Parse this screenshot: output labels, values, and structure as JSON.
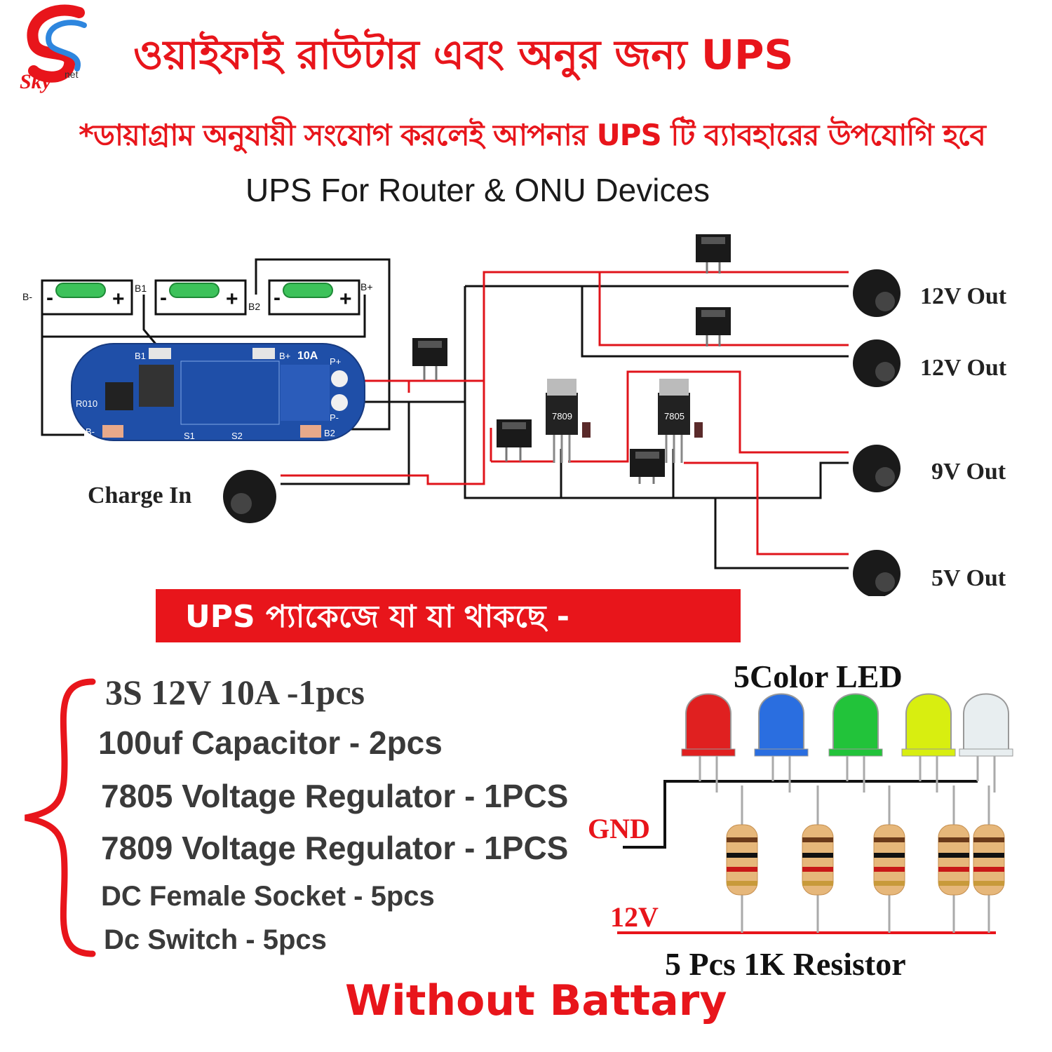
{
  "brand": {
    "name": "Sky",
    "superscript": "net"
  },
  "header": {
    "title_bn": "ওয়াইফাই রাউটার এবং অনুর জন্য UPS",
    "note_bn": "*ডায়াগ্রাম অনুযায়ী সংযোগ করলেই আপনার UPS টি ব্যাবহারের উপযোগি হবে",
    "heading_en": "UPS For Router & ONU Devices"
  },
  "diagram": {
    "outputs": [
      "12V Out",
      "12V Out",
      "9V Out",
      "5V Out"
    ],
    "charge_label": "Charge In",
    "bms_label": "10A",
    "bms_pins": [
      "B-",
      "B1",
      "B2",
      "B+",
      "P+",
      "P-",
      "S1",
      "S2",
      "R010"
    ],
    "battery_labels": [
      "B-",
      "B1",
      "B2",
      "B+"
    ],
    "regulators": [
      "7809",
      "7805"
    ],
    "battery_signs": {
      "minus": "-",
      "plus": "+"
    }
  },
  "package": {
    "banner_bn": "UPS প্যাকেজে যা যা থাকছে -",
    "items": [
      "3S 12V 10A -1pcs",
      "100uf Capacitor   - 2pcs",
      "7805 Voltage Regulator  -  1PCS",
      "7809 Voltage Regulator  - 1PCS",
      "DC Female Socket - 5pcs",
      "Dc Switch - 5pcs"
    ],
    "footer": "Without Battary"
  },
  "led_section": {
    "title": "5Color LED",
    "gnd_label": "GND",
    "v12_label": "12V",
    "resistor_caption": "5 Pcs 1K Resistor",
    "led_colors": [
      "#e02020",
      "#2a6ee0",
      "#22c33a",
      "#d8ee10",
      "#e8eef0"
    ]
  },
  "colors": {
    "accent_red": "#e8151b",
    "wire_red": "#e0141b",
    "wire_black": "#111111",
    "pcb_blue": "#1f4fa8"
  }
}
